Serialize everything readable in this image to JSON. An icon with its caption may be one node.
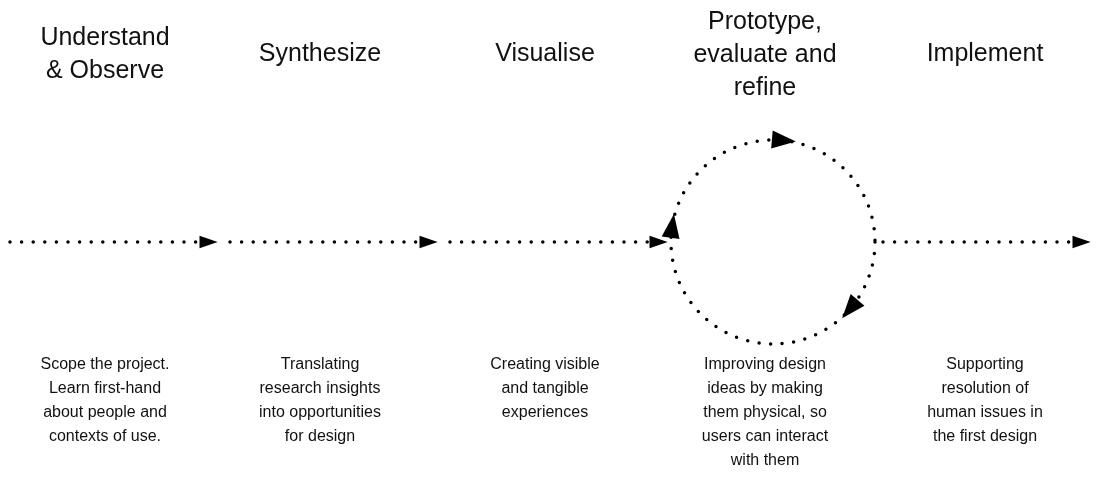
{
  "diagram": {
    "nodes": [
      {
        "text": [
          "Understand & Observe",
          "Scope the project. Learn first-hand about people and contexts of use."
        ]
      },
      {
        "text": [
          "Synthesize",
          "Translating research insights into opportunities for design"
        ]
      },
      {
        "text": [
          "Visualise",
          "Creating visible and tangible experiences"
        ]
      },
      {
        "text": [
          "Prototype, evaluate and refine",
          "Improving design ideas by making them physical, so users can interact with them"
        ]
      },
      {
        "text": [
          "Implement",
          "Supporting resolution of human issues in the first design"
        ]
      },
      {
        "text": [],
        "shape": "circle"
      }
    ],
    "edges": [
      {
        "from": null,
        "to": 1,
        "arrow": "to"
      },
      {
        "from": null,
        "to": 2,
        "arrow": "to"
      },
      {
        "from": null,
        "to": 5,
        "arrow": "to"
      },
      {
        "from": 5,
        "to": null,
        "arrow": "to"
      }
    ]
  }
}
